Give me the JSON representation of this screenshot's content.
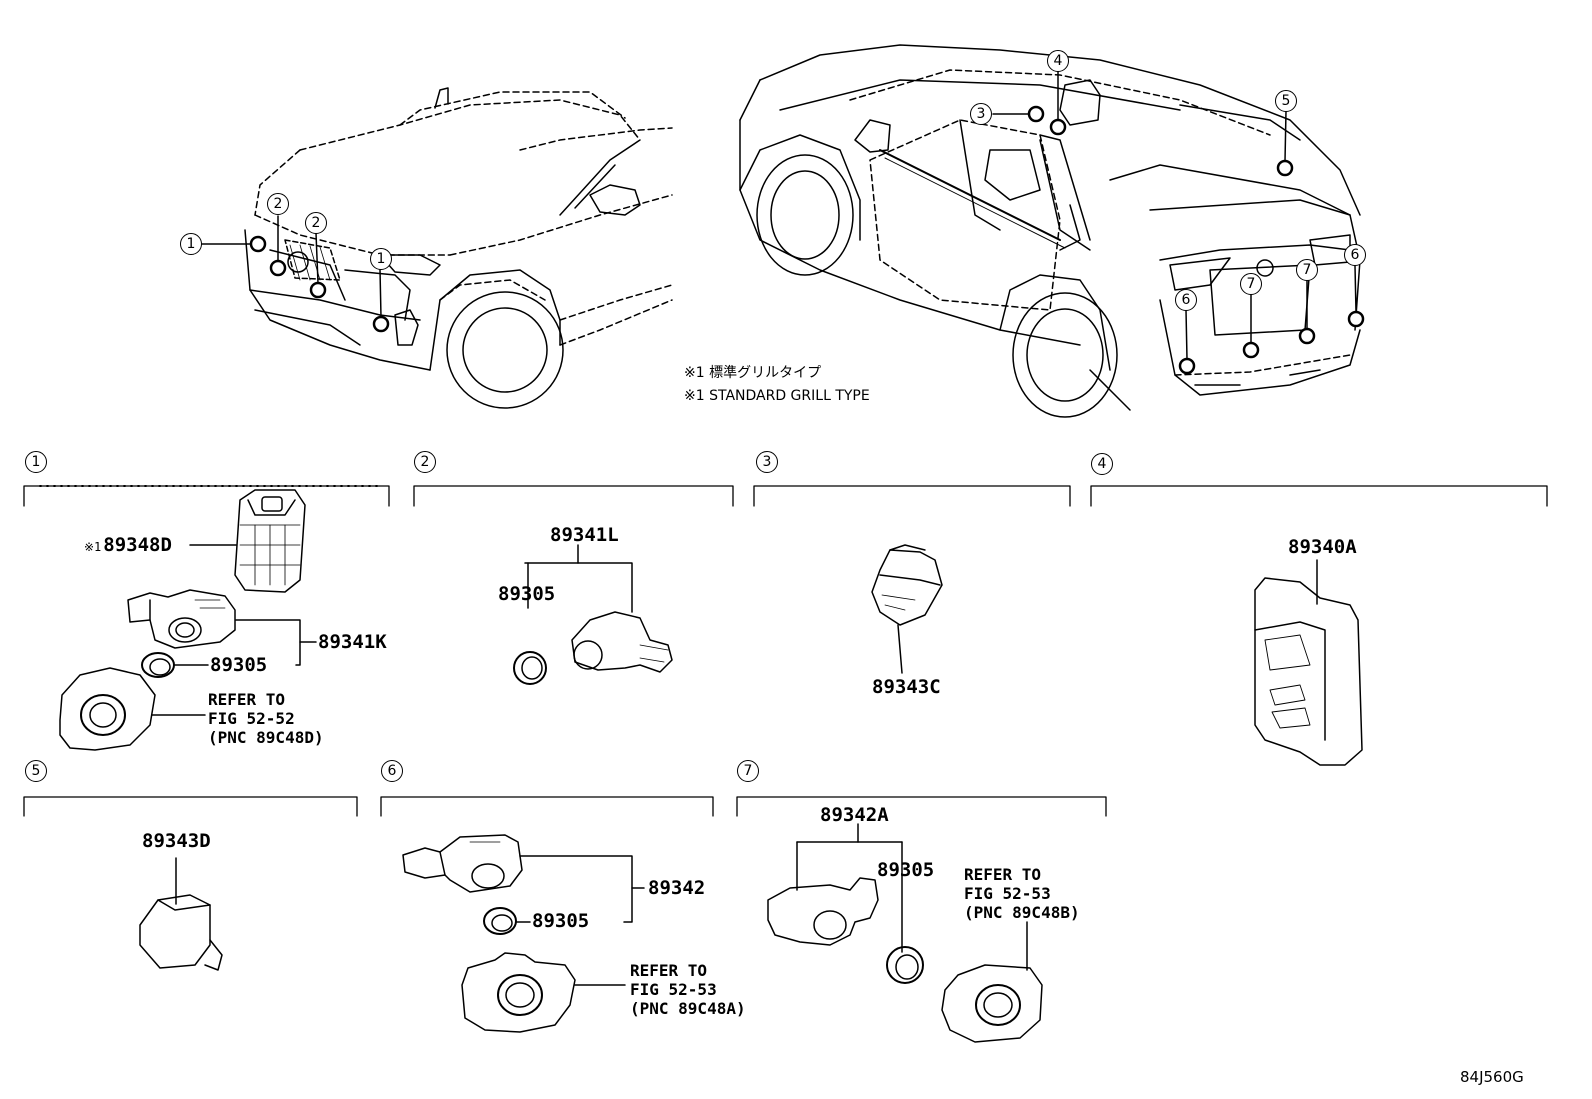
{
  "notes": {
    "jp": "※1 標準グリルタイプ",
    "en": "※1 STANDARD GRILL TYPE"
  },
  "figure_code": "84J560G",
  "section_numbers": [
    "1",
    "2",
    "3",
    "4",
    "5",
    "6",
    "7"
  ],
  "callout_number_list": [
    "1",
    "2",
    "2",
    "1",
    "3",
    "4",
    "5",
    "6",
    "7",
    "7",
    "6"
  ],
  "mark": "※1",
  "parts": {
    "p89348D": "89348D",
    "p89341K": "89341K",
    "p89305_s1": "89305",
    "p89341L": "89341L",
    "p89305_s2": "89305",
    "p89343C": "89343C",
    "p89340A": "89340A",
    "p89343D": "89343D",
    "p89342": "89342",
    "p89305_s6": "89305",
    "p89342A": "89342A",
    "p89305_s7": "89305"
  },
  "refers": {
    "r1": "REFER TO\nFIG 52-52\n(PNC 89C48D)",
    "r6": "REFER TO\nFIG 52-53\n(PNC 89C48A)",
    "r7": "REFER TO\nFIG 52-53\n(PNC 89C48B)"
  }
}
